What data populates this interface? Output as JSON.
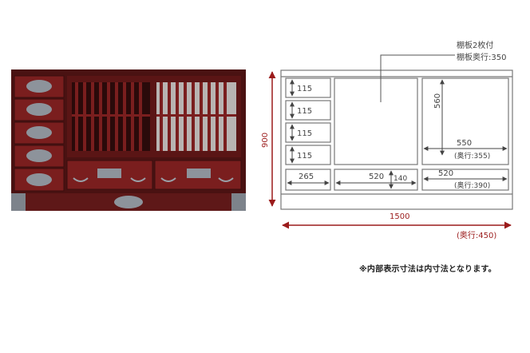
{
  "photo": {
    "alt": "Japanese tansu cabinet with sliding lattice doors and iron fittings",
    "wood_color": "#6a1a1a",
    "dark_color": "#3a0d0d",
    "metal_color": "#9aa0a8"
  },
  "diagram": {
    "callout": {
      "line1": "棚板2枚付",
      "line2": "棚板奥行:350"
    },
    "overall": {
      "height": "900",
      "width": "1500",
      "depth": "(奥行:450)"
    },
    "left_drawers": [
      "115",
      "115",
      "115",
      "115"
    ],
    "bottom_left_drawer": "265",
    "bottom_middle_drawer": {
      "width": "520",
      "height": "140"
    },
    "bottom_right_drawer": {
      "width": "520",
      "depth": "(奥行:390)"
    },
    "cabinet": {
      "height": "560",
      "width": "550",
      "depth": "(奥行:355)"
    },
    "colors": {
      "line": "#777777",
      "dim_red": "#9b1b1b",
      "arrow": "#444444"
    }
  },
  "note": "※内部表示寸法は内寸法となります。"
}
